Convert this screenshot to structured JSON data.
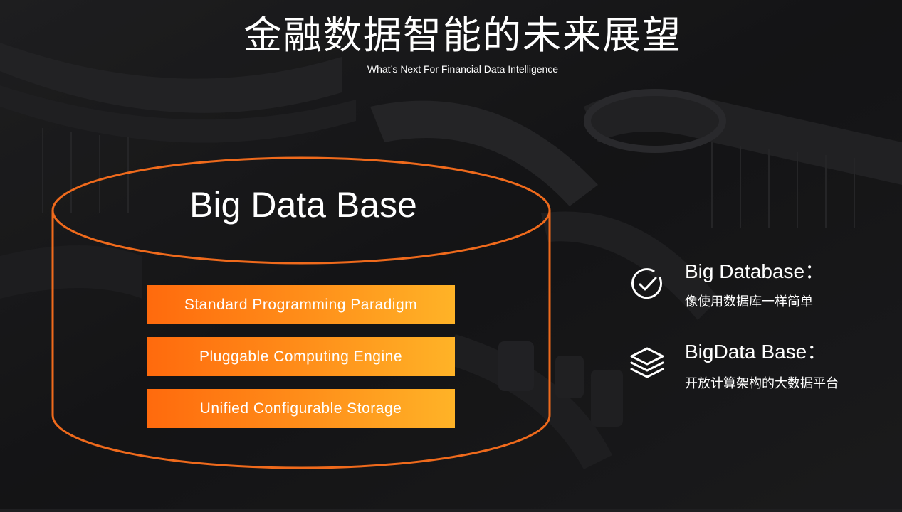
{
  "slide": {
    "title_cn": "金融数据智能的未来展望",
    "title_en": "What’s Next For Financial Data Intelligence"
  },
  "cylinder": {
    "title": "Big Data Base",
    "features": [
      "Standard Programming Paradigm",
      "Pluggable Computing Engine",
      "Unified Configurable Storage"
    ]
  },
  "side_items": [
    {
      "icon": "check-circle-icon",
      "heading": "Big Database：",
      "sub": "像使用数据库一样简单"
    },
    {
      "icon": "layers-icon",
      "heading": "BigData Base：",
      "sub": "开放计算架构的大数据平台"
    }
  ],
  "colors": {
    "accent_orange": "#ef6a1c",
    "bar_start": "#ff6a0d",
    "bar_end": "#ffb327",
    "background": "#1f1f21"
  }
}
